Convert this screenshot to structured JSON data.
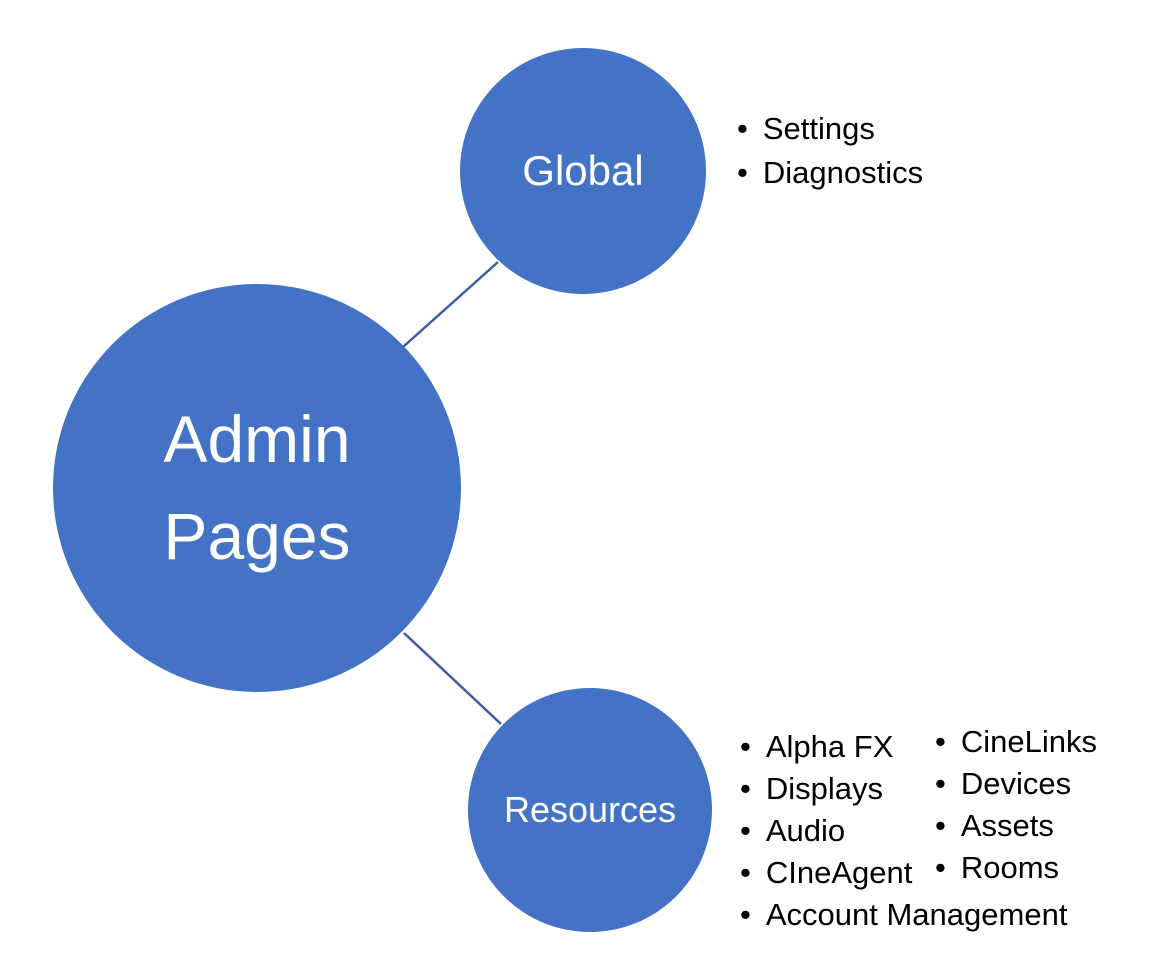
{
  "nodes": {
    "admin": {
      "label": "Admin Pages"
    },
    "global": {
      "label": "Global",
      "items": [
        "Settings",
        "Diagnostics"
      ]
    },
    "resources": {
      "label": "Resources",
      "items_left": [
        "Alpha FX",
        "Displays",
        "Audio",
        "CIneAgent",
        "Account Management"
      ],
      "items_right": [
        "CineLinks",
        "Devices",
        "Assets",
        "Rooms"
      ]
    }
  },
  "colors": {
    "node_fill": "#4472C4",
    "node_text": "#FFFFFF",
    "connector": "#3A5DA8",
    "bullet_text": "#000000",
    "background": "#FFFFFF"
  }
}
